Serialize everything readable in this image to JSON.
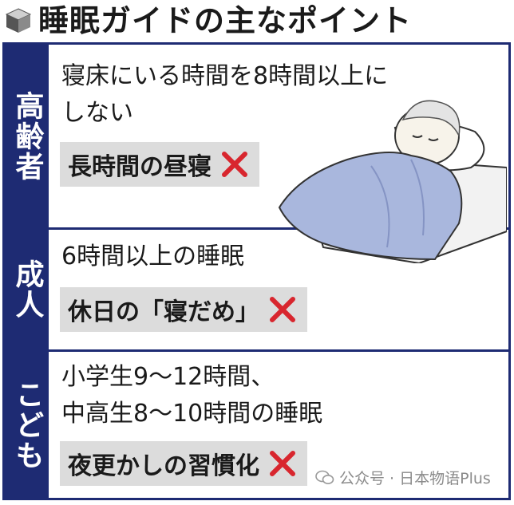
{
  "header": {
    "title": "睡眠ガイドの主なポイント"
  },
  "sections": [
    {
      "category": "高齢者",
      "lines": [
        "寝床にいる時間を8時間以上に",
        "しない"
      ],
      "note": "長時間の昼寝"
    },
    {
      "category": "成人",
      "lines": [
        "6時間以上の睡眠"
      ],
      "note": "休日の「寝だめ」"
    },
    {
      "category": "こども",
      "lines": [
        "小学生9〜12時間、",
        "中高生8〜10時間の睡眠"
      ],
      "note": "夜更かしの習慣化"
    }
  ],
  "watermark": {
    "text": "公众号 · 日本物语Plus"
  },
  "colors": {
    "navy": "#1e2b73",
    "note_bg": "#dcdcdc",
    "xmark": "#d8262e",
    "blanket": "#a9b7dd"
  }
}
